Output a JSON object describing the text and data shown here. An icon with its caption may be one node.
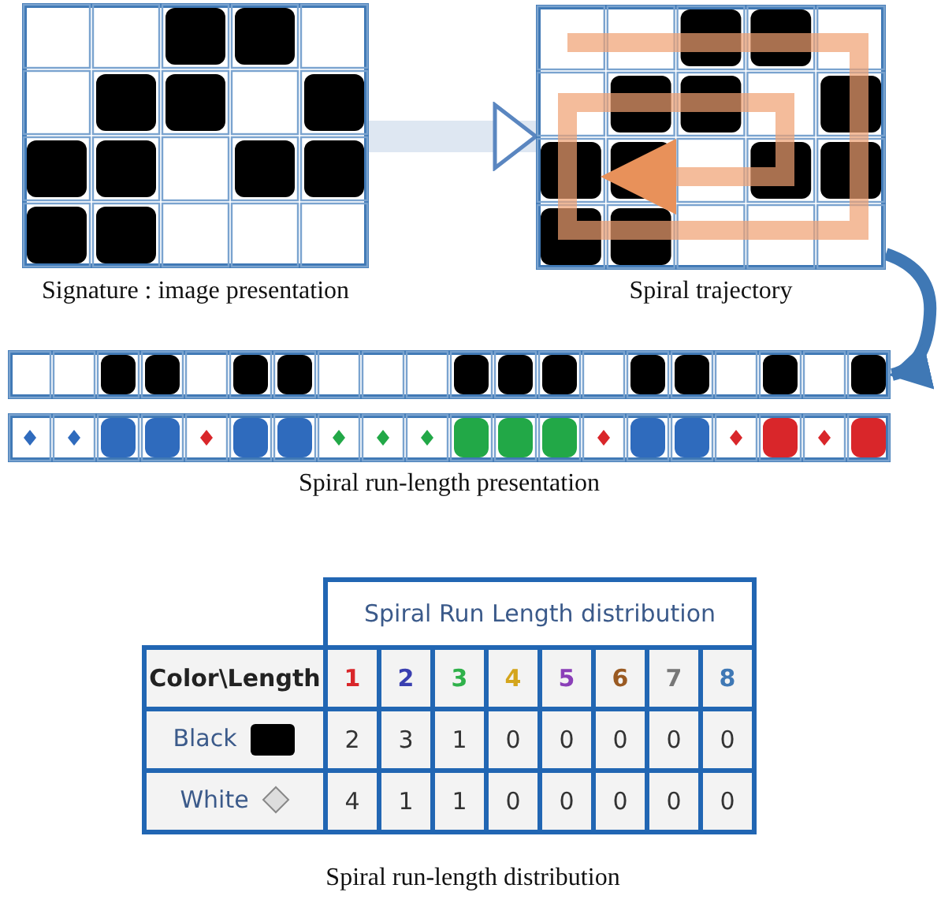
{
  "diagram": {
    "caption": "Spiral run-length distribution",
    "nodes": [
      {
        "text": [],
        "shape": "picture",
        "beside": [
          "Signature : image presentation"
        ]
      },
      {
        "text": [],
        "shape": "picture",
        "beside": [
          "Spiral trajectory"
        ]
      },
      {
        "text": [],
        "shape": "bar"
      },
      {
        "text": [],
        "shape": "bar",
        "beside": [
          "Spiral run-length presentation"
        ]
      }
    ],
    "edges": [
      {
        "from": 0,
        "to": 1,
        "arrow": "to",
        "style": "thick"
      },
      {
        "from": 1,
        "to": 2,
        "arrow": "to",
        "color": "#3f78b5"
      }
    ],
    "labels": [
      "Spiral Run Length distribution",
      "Color\\Length",
      "1",
      "2",
      "3",
      "4",
      "5",
      "6",
      "7",
      "8",
      "Black",
      "2",
      "3",
      "1",
      "0",
      "0",
      "0",
      "0",
      "0",
      "White",
      "4",
      "1",
      "1",
      "0",
      "0",
      "0",
      "0",
      "0"
    ]
  }
}
